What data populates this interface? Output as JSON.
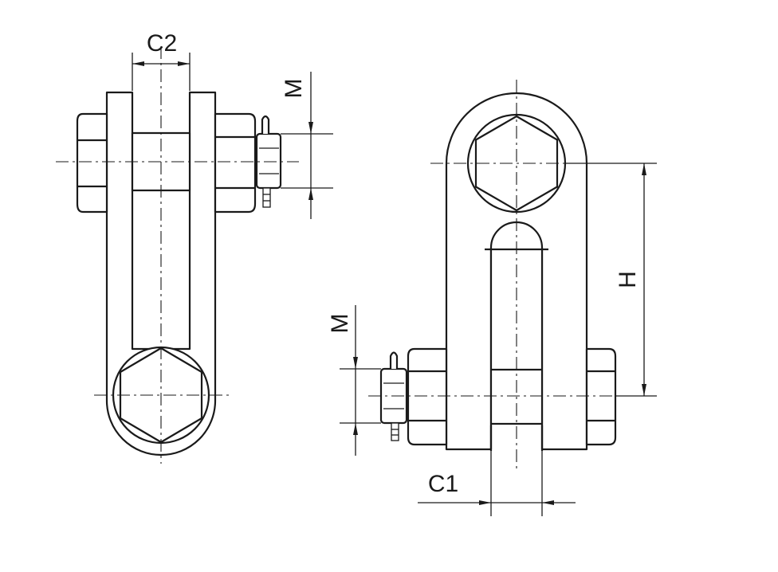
{
  "diagram": {
    "left_view": {
      "width_label": "C2",
      "thread_label": "M"
    },
    "right_view": {
      "opening_label": "C1",
      "height_label": "H",
      "thread_label": "M"
    }
  }
}
